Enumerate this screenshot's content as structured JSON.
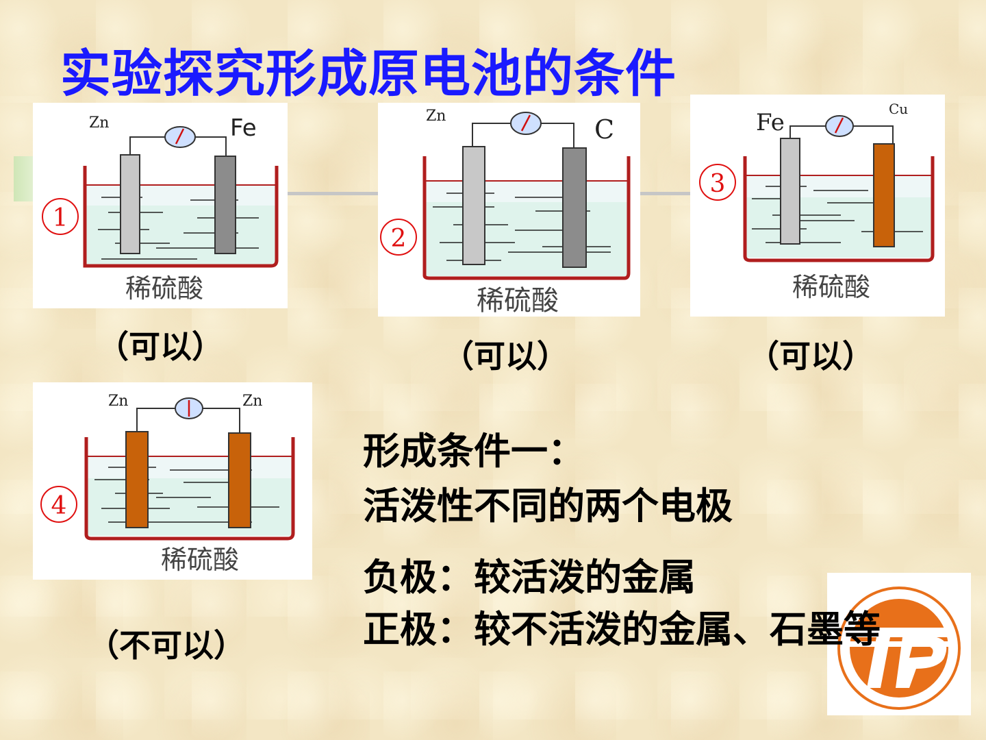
{
  "title": "实验探究形成原电池的条件",
  "solution_label": "稀硫酸",
  "experiments": [
    {
      "number": "①",
      "left_electrode": "Zn",
      "right_electrode": "Fe",
      "verdict": "（可以）"
    },
    {
      "number": "②",
      "left_electrode": "Zn",
      "right_electrode": "C",
      "verdict": "（可以）"
    },
    {
      "number": "③",
      "left_electrode": "Fe",
      "right_electrode": "Cu",
      "verdict": "（可以）"
    },
    {
      "number": "④",
      "left_electrode": "Zn",
      "right_electrode": "Zn",
      "verdict": "（不可以）"
    }
  ],
  "conclusion": {
    "heading": "形成条件一：",
    "statement": "活泼性不同的两个电极",
    "negative": "负极：较活泼的金属",
    "positive": "正极：较不活泼的金属、石墨等"
  },
  "colors": {
    "title": "#1a1aff",
    "beaker": "#b01e1e",
    "electrode_light": "#c8c8c8",
    "electrode_dark": "#8c8c8c",
    "electrode_copper": "#c8620a",
    "logo_orange": "#e8701a"
  },
  "logo": {
    "icon": "school-logo-icon"
  }
}
